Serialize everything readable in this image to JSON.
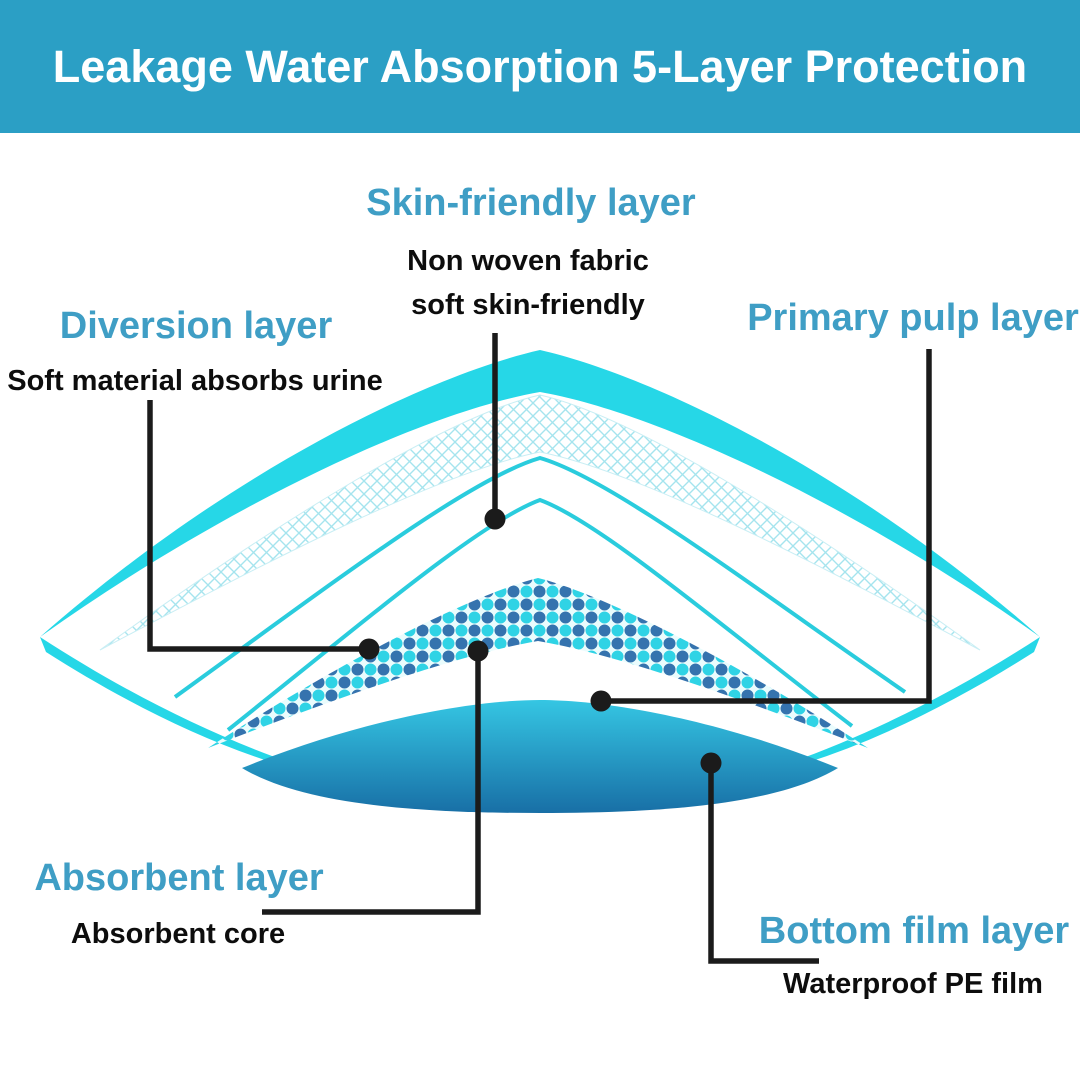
{
  "header": {
    "title": "Leakage Water Absorption 5-Layer Protection"
  },
  "labels": {
    "skin_friendly": {
      "title": "Skin-friendly layer",
      "desc_line1": "Non woven fabric",
      "desc_line2": "soft skin-friendly"
    },
    "diversion": {
      "title": "Diversion layer",
      "desc": "Soft material absorbs urine"
    },
    "primary_pulp": {
      "title": "Primary pulp layer"
    },
    "absorbent": {
      "title": "Absorbent layer",
      "desc": "Absorbent core"
    },
    "bottom_film": {
      "title": "Bottom film layer",
      "desc": "Waterproof PE film"
    }
  },
  "colors": {
    "header_background": "#2b9fc5",
    "header_text": "#ffffff",
    "label_title_blue": "#3f9ec5",
    "label_desc_black": "#0d0d0d",
    "layer_cyan": "#26d7e7",
    "mesh_line_cyan": "#a5e4ee",
    "thin_line_cyan": "#2accdd",
    "dot_blue": "#3573ae",
    "dot_cyan": "#2fd3e5",
    "bowl_gradient_top": "#35c6e3",
    "bowl_gradient_bottom": "#186fa6",
    "connector_black": "#1b1b1b"
  }
}
